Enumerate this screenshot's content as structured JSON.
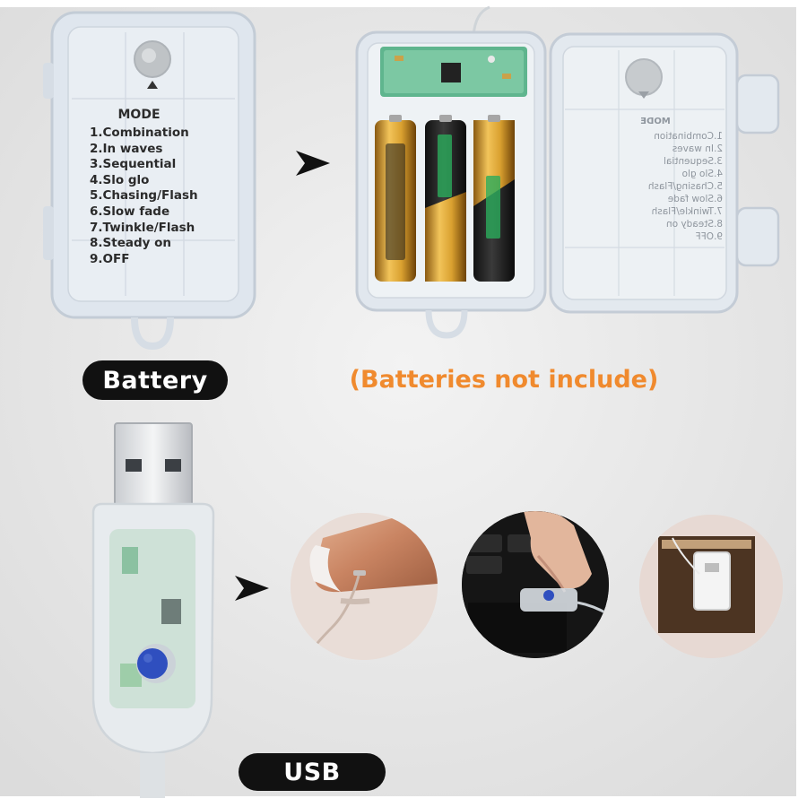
{
  "labels": {
    "battery": "Battery",
    "usb": "USB",
    "batteries_note": "(Batteries not include)"
  },
  "mode_card": {
    "title": "MODE",
    "items": [
      "1.Combination",
      "2.In waves",
      "3.Sequential",
      "4.Slo glo",
      "5.Chasing/Flash",
      "6.Slow fade",
      "7.Twinkle/Flash",
      "8.Steady on",
      "9.OFF"
    ]
  },
  "colors": {
    "label_bg": "#111111",
    "label_text": "#ffffff",
    "note_text": "#f08a2e",
    "usb_button": "#2f4fbf",
    "battery_gold": "#d9a02f"
  }
}
